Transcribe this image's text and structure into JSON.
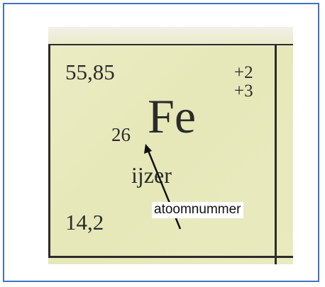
{
  "element_card": {
    "atomic_mass": "55,85",
    "oxidation_states": [
      "+2",
      "+3"
    ],
    "symbol": "Fe",
    "atomic_number": "26",
    "name": "ijzer",
    "density": "14,2"
  },
  "annotation": {
    "label": "atoomnummer"
  },
  "colors": {
    "frame_border": "#4472c4",
    "card_background": "#e9eabf",
    "text": "#2b2b2b"
  }
}
